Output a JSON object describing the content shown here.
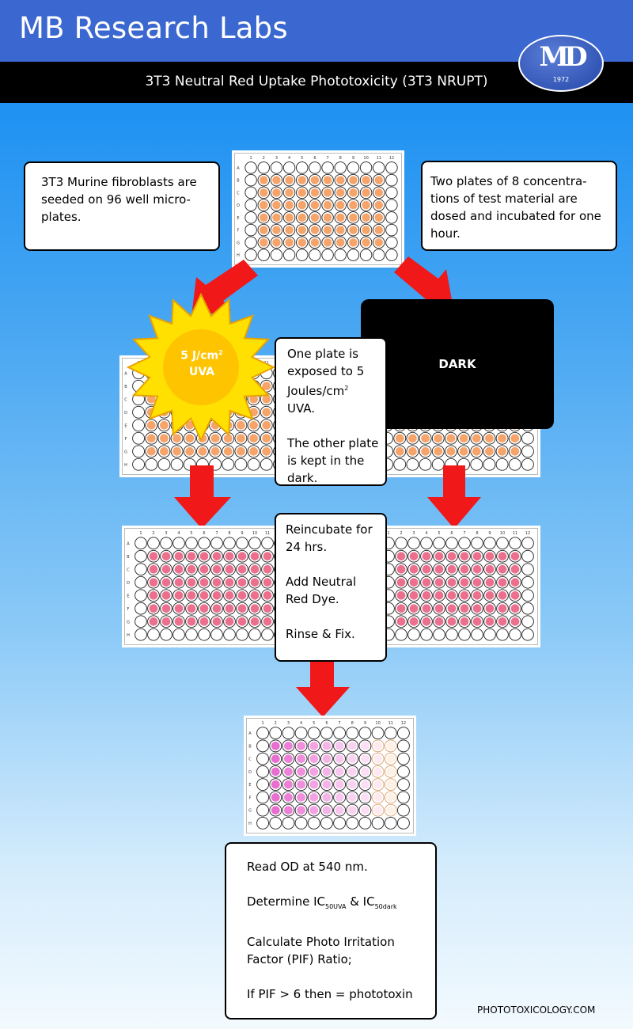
{
  "header": {
    "brand": "MB Research Labs",
    "subtitle": "3T3 Neutral Red Uptake Phototoxicity (3T3 NRUPT)",
    "logo_text": "MD",
    "logo_year": "1972"
  },
  "colors": {
    "header_blue": "#3a67d0",
    "cell_orange": "#f6a46a",
    "cell_pink": "#ec6f8e",
    "arrow_red": "#f01818",
    "sun_yellow": "#ffe000",
    "sun_core": "#ffc400"
  },
  "plate": {
    "columns": [
      "1",
      "2",
      "3",
      "4",
      "5",
      "6",
      "7",
      "8",
      "9",
      "10",
      "11",
      "12"
    ],
    "rows": [
      "A",
      "B",
      "C",
      "D",
      "E",
      "F",
      "G",
      "H"
    ]
  },
  "steps": {
    "seed": "3T3 Murine fibroblasts are seeded on 96 well micro-plates.",
    "dose": "Two plates of 8 concentra-tions of test material are dosed and incubated for one hour.",
    "expose_a": "One plate is exposed to 5 Joules/cm",
    "expose_sup": "2",
    "expose_b": " UVA.",
    "expose_c": "The other plate is kept in the dark.",
    "reincubate": "Reincubate for 24 hrs.",
    "add_dye": "Add Neutral Red Dye.",
    "rinse": "Rinse & Fix.",
    "read_od": "Read OD at 540 nm.",
    "determine": "Determine IC",
    "sub_uva": "50UVA",
    "amp": " & IC",
    "sub_dark": "50dark",
    "calculate": "Calculate Photo Irritation Factor (PIF) Ratio;",
    "pif": "If PIF > 6 then = phototoxin"
  },
  "sun": {
    "dose_a": "5 J/cm",
    "dose_sup": "2",
    "light": "UVA"
  },
  "dark_label": "DARK",
  "footer": "PHOTOTOXICOLOGY.COM"
}
